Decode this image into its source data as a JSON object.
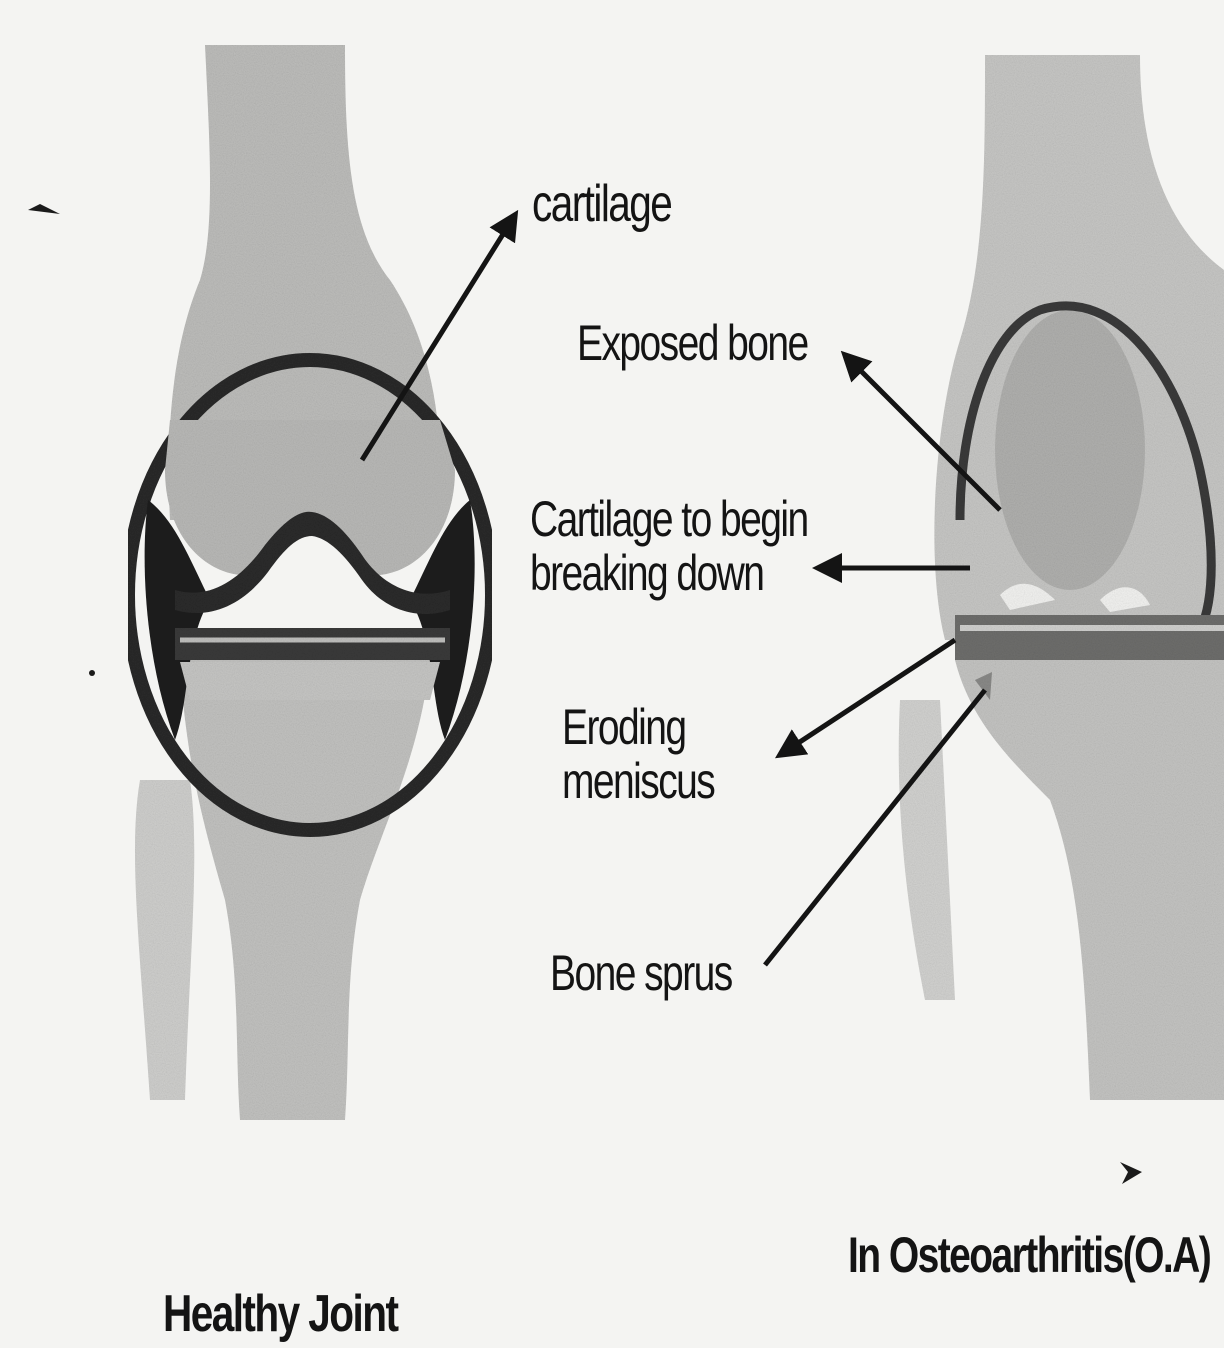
{
  "labels": {
    "cartilage": "cartilage",
    "exposed_bone": "Exposed bone",
    "cartilage_breaking": "Cartilage to begin\nbreaking down",
    "eroding_meniscus": "Eroding\nmeniscus",
    "bone_spurs": "Bone sprus",
    "healthy_joint": "Healthy Joint",
    "osteoarthritis": "In Osteoarthritis(O.A)"
  },
  "colors": {
    "background": "#f4f4f2",
    "bone_fill": "#bdbdbb",
    "bone_dark": "#8e8e8c",
    "capsule_dark": "#232323",
    "text": "#141414"
  }
}
